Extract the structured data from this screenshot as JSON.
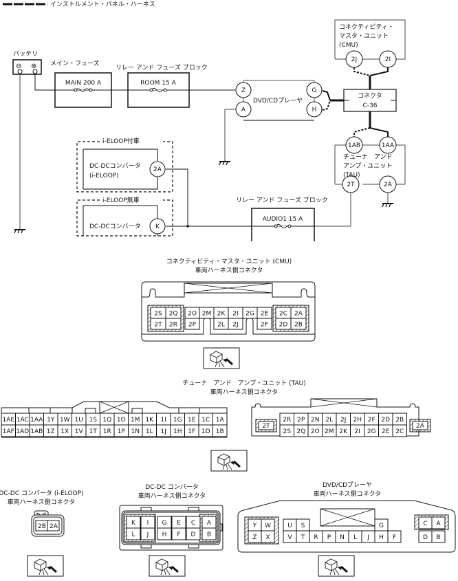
{
  "legend": {
    "label": ": インストルメント・パネル・ハーネス"
  },
  "schematic": {
    "battery": {
      "label": "バッテリ",
      "minus": "⊖",
      "plus": "⊕"
    },
    "main_fuse": {
      "group_label": "メイン・フューズ",
      "name": "MAIN 200 A"
    },
    "room_fuse": {
      "group_label": "リレー アンド フューズ ブロック",
      "name": "ROOM 15 A"
    },
    "audio_fuse": {
      "group_label": "リレー アンド フューズ ブロック",
      "name": "AUDIO1 15 A"
    },
    "cmu": {
      "lines": [
        "コネクティビティ・",
        "マスタ・ユニット",
        "(CMU)"
      ],
      "pins": [
        "2J",
        "2I"
      ]
    },
    "connector_c36": {
      "lines": [
        "コネクタ",
        "C-36"
      ]
    },
    "dvd": {
      "label": "DVD/CDプレーヤ",
      "pins": [
        "Z",
        "A",
        "G",
        "H"
      ]
    },
    "tau": {
      "lines": [
        "チューナ　アンド",
        "アンプ・ユニット",
        "(TAU)"
      ],
      "pins": [
        "1AB",
        "1AA",
        "2T",
        "2A"
      ]
    },
    "eloop_with": {
      "group_label": "i-ELOOP付車",
      "lines": [
        "DC-DCコンバータ",
        "(i-ELOOP)"
      ],
      "pin": "2A"
    },
    "eloop_without": {
      "group_label": "i-ELOOP無車",
      "lines": [
        "DC-DCコンバータ"
      ],
      "pin": "K"
    }
  },
  "connectors": {
    "cmu": {
      "title": [
        "コネクティビティ・マスタ・ユニット (CMU)",
        "車両ハーネス側コネクタ"
      ],
      "left_block": [
        [
          "2S",
          "2Q"
        ],
        [
          "2T",
          "2R"
        ]
      ],
      "mid_block": [
        [
          "2O",
          "2M",
          "2K",
          "2I",
          "2G",
          "2E"
        ],
        [
          "2P",
          "",
          "2L",
          "2J",
          "",
          "2F"
        ]
      ],
      "right_block": [
        [
          "2C",
          "2A"
        ],
        [
          "2D",
          "2B"
        ]
      ]
    },
    "tau": {
      "title": [
        "チューナ　アンド　アンプ・ユニット (TAU)",
        "車両ハーネス側コネクタ"
      ],
      "conn1": [
        [
          "1AE",
          "1AC",
          "1AA",
          "1Y",
          "1W",
          "1U",
          "1S",
          "1Q",
          "1O",
          "1M",
          "1K",
          "1I",
          "1G",
          "1E",
          "1C",
          "1A"
        ],
        [
          "1AF",
          "1AD",
          "1AB",
          "1Z",
          "1X",
          "1V",
          "1T",
          "1R",
          "1P",
          "1N",
          "1L",
          "1J",
          "1H",
          "1F",
          "1D",
          "1B"
        ]
      ],
      "conn2_left": "2T",
      "conn2": [
        [
          "2R",
          "2P",
          "2N",
          "2L",
          "2J",
          "2H",
          "2F",
          "2D",
          "2B"
        ],
        [
          "2S",
          "2Q",
          "2O",
          "2M",
          "2K",
          "2I",
          "2G",
          "2E",
          "2C"
        ]
      ],
      "conn2_right": "2A"
    },
    "eloop": {
      "title": [
        "DC-DC コンバータ (i-ELOOP)",
        "車両ハーネス側コネクタ"
      ],
      "pins": [
        "2B",
        "2A"
      ]
    },
    "dcdc": {
      "title": [
        "DC-DC コンバータ",
        "車両ハーネス側コネクタ"
      ],
      "pins": [
        [
          "K",
          "I",
          "G",
          "E",
          "C",
          "A"
        ],
        [
          "L",
          "J",
          "H",
          "F",
          "D",
          "B"
        ]
      ]
    },
    "dvd": {
      "title": [
        "DVD/CDプレーヤ",
        "車両ハーネス側コネクタ"
      ],
      "left": [
        [
          "Y",
          "W"
        ],
        [
          "Z",
          "X"
        ]
      ],
      "top_us": [
        "U",
        "S"
      ],
      "bottom_row": [
        "V",
        "T",
        "R",
        "P",
        "N",
        "L",
        "J",
        "H",
        "F"
      ],
      "g": "G",
      "right_top": [
        "C",
        "A"
      ],
      "right_bottom": [
        "D",
        "B"
      ]
    }
  }
}
